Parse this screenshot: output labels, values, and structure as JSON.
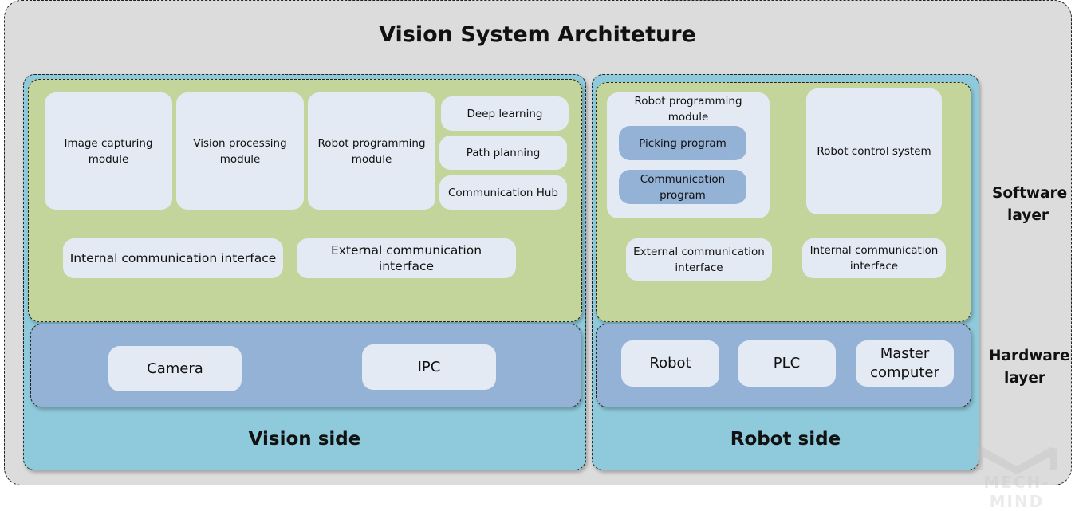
{
  "title": "Vision System Architeture",
  "colors": {
    "background": "#dcdcdc",
    "side_panel": "#8ecadb",
    "software_layer": "#c4d59b",
    "hardware_layer": "#94b1d6",
    "module_box": "#e4eaf3",
    "sub_module": "#94b1d6"
  },
  "vision_side": {
    "label": "Vision side",
    "software": {
      "modules": [
        "Image capturing module",
        "Vision processing module",
        "Robot programming module"
      ],
      "sub_modules": [
        "Deep learning",
        "Path planning",
        "Communication Hub"
      ],
      "interfaces": [
        "Internal communication interface",
        "External communication interface"
      ]
    },
    "hardware": {
      "items": [
        "Camera",
        "IPC"
      ]
    }
  },
  "robot_side": {
    "label": "Robot side",
    "software": {
      "programming_module": {
        "label": "Robot programming module",
        "programs": [
          "Picking program",
          "Communication program"
        ]
      },
      "control_system": "Robot control system",
      "interfaces": [
        "External communication interface",
        "Internal communication interface"
      ]
    },
    "hardware": {
      "items": [
        "Robot",
        "PLC",
        "Master computer"
      ]
    }
  },
  "layers": {
    "software": "Software layer",
    "hardware": "Hardware layer"
  },
  "watermark": "MECH-MIND"
}
